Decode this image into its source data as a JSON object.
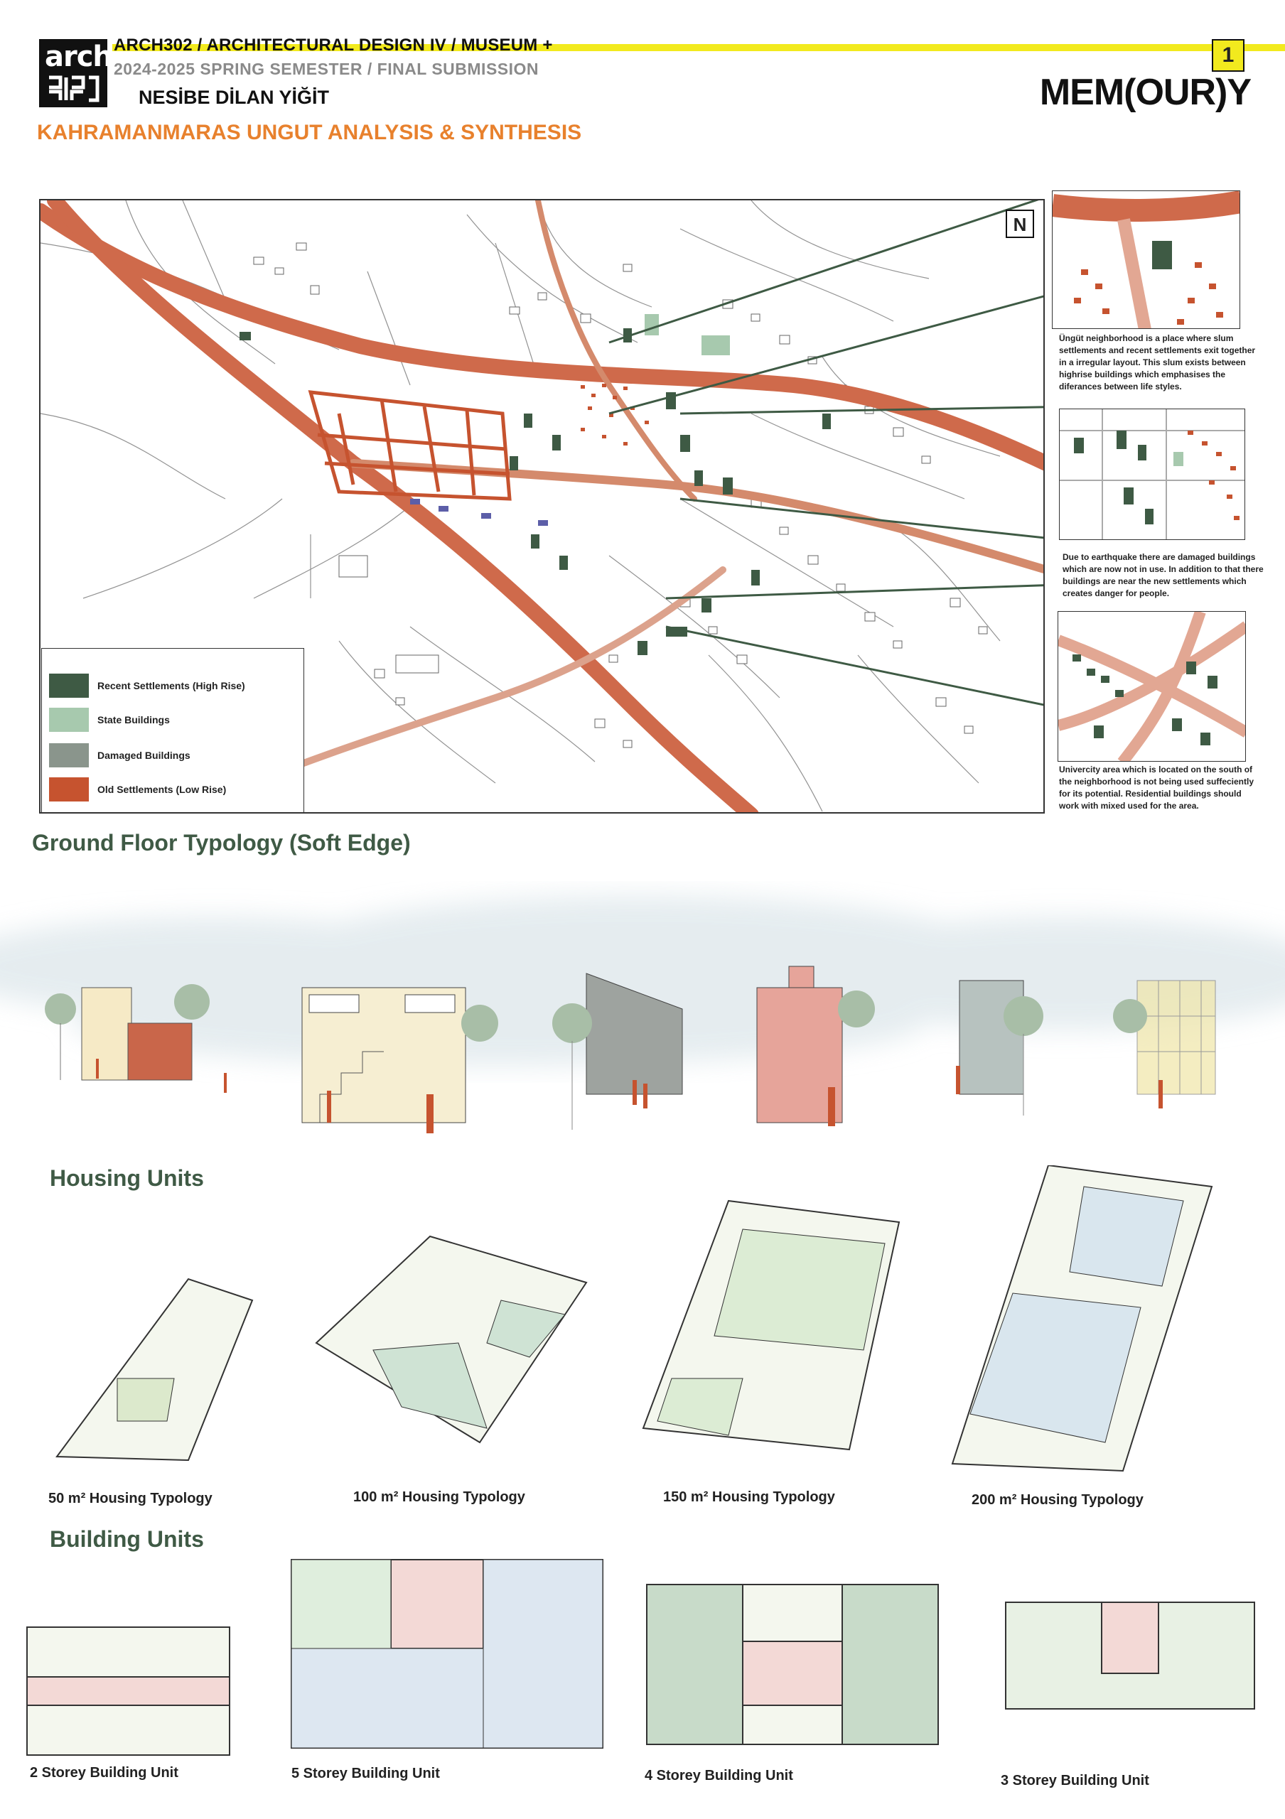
{
  "header": {
    "logo_text": "arch",
    "course": "ARCH302 / ARCHITECTURAL DESIGN IV / MUSEUM +",
    "semester": "2024-2025 SPRING SEMESTER / FINAL SUBMISSION",
    "author": "NESİBE DİLAN YİĞİT",
    "subtitle": "KAHRAMANMARAS UNGUT ANALYSIS & SYNTHESIS",
    "page_number": "1",
    "project_title": "MEM(OUR)Y"
  },
  "colors": {
    "accent_yellow": "#f2ea1e",
    "accent_orange": "#e8812d",
    "recent_settlements": "#3e5a44",
    "state_buildings": "#a7c9ae",
    "damaged_buildings": "#8a958c",
    "old_settlements": "#c6532f",
    "section_green": "#3f5a45"
  },
  "map": {
    "north_label": "N",
    "legend": [
      {
        "label": "Recent Settlements (High Rise)",
        "color": "#3e5a44"
      },
      {
        "label": "State Buildings",
        "color": "#a7c9ae"
      },
      {
        "label": "Damaged Buildings",
        "color": "#8a958c"
      },
      {
        "label": "Old Settlements (Low Rise)",
        "color": "#c6532f"
      }
    ],
    "notes": [
      "Üngüt neighborhood is a place where slum settlements and recent settlements exit together in a irregular layout. This slum exists between highrise buildings which emphasises the diferances between life styles.",
      "Due to earthquake there are damaged buildings which are now not in use. In addition to that there buildings are near the new settlements which creates danger for people.",
      "Univercity area which is located on the south of the neighborhood is not being used suffeciently for its potential. Residential buildings should work with mixed used for the area."
    ]
  },
  "sections": {
    "ground_floor": "Ground Floor Typology (Soft Edge)",
    "housing_units": "Housing Units",
    "building_units": "Building Units"
  },
  "housing": [
    {
      "label": "50 m² Housing Typology"
    },
    {
      "label": "100 m² Housing Typology"
    },
    {
      "label": "150 m² Housing Typology"
    },
    {
      "label": "200 m² Housing Typology"
    }
  ],
  "buildings": [
    {
      "label": "2 Storey Building Unit"
    },
    {
      "label": "5 Storey Building Unit"
    },
    {
      "label": "4 Storey Building Unit"
    },
    {
      "label": "3 Storey Building Unit"
    }
  ]
}
